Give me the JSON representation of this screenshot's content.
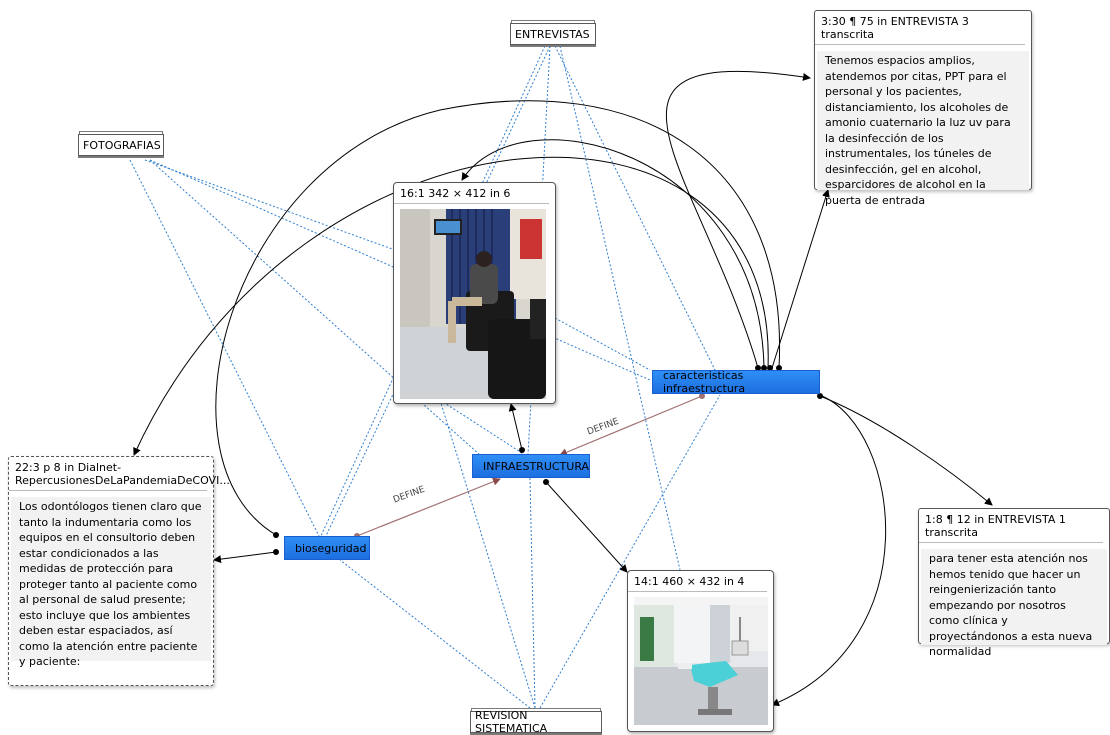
{
  "documents": {
    "entrevistas": "ENTREVISTAS",
    "fotografias": "FOTOGRAFIAS",
    "revision": "REVISION SISTEMATICA"
  },
  "codes": {
    "infraestructura": "INFRAESTRUCTURA",
    "caracteristicas": "caracteristicas infraestructura",
    "bioseguridad": "bioseguridad"
  },
  "edge_labels": {
    "define_left": "DEFINE",
    "define_right": "DEFINE"
  },
  "quotes": {
    "q330": {
      "header": "3:30 ¶ 75 in ENTREVISTA 3 transcrita",
      "body": "Tenemos espacios amplios, atendemos por citas, PPT para el personal y los pacientes, distanciamiento, los alcoholes de amonio cuaternario la luz uv para la desinfección de los instrumentales, los túneles de desinfección, gel en alcohol, esparcidores de alcohol en la puerta de entrada"
    },
    "q223": {
      "header": "22:3 p 8 in Dialnet-RepercusionesDeLaPandemiaDeCOVI...",
      "body": "Los odontólogos tienen claro que tanto la indumentaria como los equipos en el consultorio deben estar condicionados a las medidas de protección para proteger tanto al paciente como al personal de salud presente; esto incluye que los ambientes deben estar espaciados, así como la atención entre paciente y paciente:"
    },
    "q18": {
      "header": "1:8 ¶ 12 in ENTREVISTA 1 transcrita",
      "body": "para tener esta atención nos hemos tenido que hacer un reingenierización tanto empezando por nosotros como clínica y proyectándonos a esta nueva normalidad"
    }
  },
  "images": {
    "img16": {
      "header": "16:1 342 × 412 in 6"
    },
    "img14": {
      "header": "14:1 460 × 432 in 4"
    }
  },
  "colors": {
    "dotted_link": "#2f7fd0",
    "define_link": "#a07070",
    "code_fill": "#2a84f0"
  }
}
